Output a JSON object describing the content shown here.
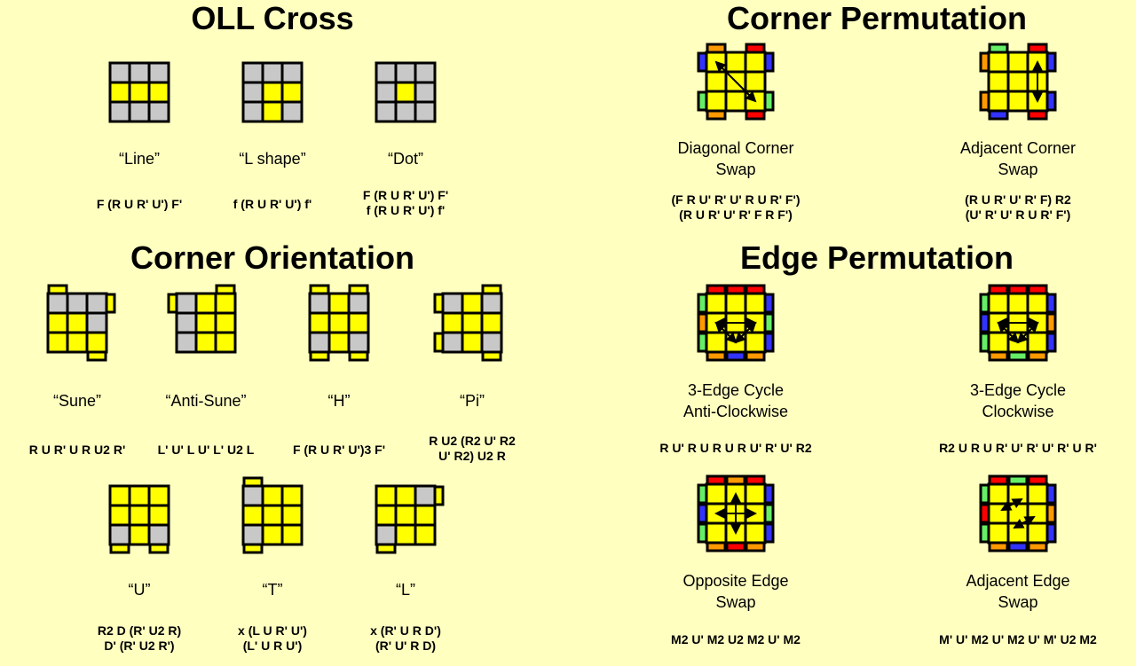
{
  "colors": {
    "background": "#ffffc0",
    "yellow": "#ffff00",
    "gray": "#c8c8c8",
    "red": "#ff0000",
    "orange": "#ff9900",
    "green": "#66ee66",
    "blue": "#3333ff",
    "border": "#000000"
  },
  "sections": {
    "oll_cross": "OLL Cross",
    "corner_orientation": "Corner Orientation",
    "corner_permutation": "Corner Permutation",
    "edge_permutation": "Edge Permutation"
  },
  "oll_cross": [
    {
      "name": "“Line”",
      "alg": [
        "F (R U R' U') F'"
      ],
      "grid": "ggg,yyy,ggg",
      "side": {}
    },
    {
      "name": "“L shape”",
      "alg": [
        "f (R U R' U') f'"
      ],
      "grid": "ggg,gyy,gyg",
      "side": {}
    },
    {
      "name": "“Dot”",
      "alg": [
        "F (R U R' U') F'",
        "f (R U R' U') f'"
      ],
      "grid": "ggg,gyg,ggg",
      "side": {}
    }
  ],
  "corner_orientation": [
    {
      "name": "“Sune”",
      "alg": [
        "R U R' U R U2 R'"
      ],
      "grid": "ggg,yyg,yyy",
      "side": {
        "top": "y..",
        "right": "y..",
        "bottom": "..y"
      }
    },
    {
      "name": "“Anti-Sune”",
      "alg": [
        "L' U' L U' L' U2 L"
      ],
      "grid": "gyy,gyy,gyy",
      "side": {
        "top": "..y",
        "left": "y.."
      }
    },
    {
      "name": "“H”",
      "alg": [
        "F (R U R' U')3 F'"
      ],
      "grid": "gyg,yyy,gyg",
      "side": {
        "top": "y.y",
        "bottom": "y.y"
      }
    },
    {
      "name": "“Pi”",
      "alg": [
        "R U2 (R2 U' R2",
        "U' R2) U2 R"
      ],
      "grid": "gyg,yyy,gyg",
      "side": {
        "top": "..y",
        "bottom": "..y",
        "left": "y.y"
      }
    },
    {
      "name": "“U”",
      "alg": [
        "R2 D (R' U2 R)",
        "D' (R' U2 R')"
      ],
      "grid": "yyy,yyy,gyg",
      "side": {
        "bottom": "y.y"
      }
    },
    {
      "name": "“T”",
      "alg": [
        "x (L U R' U')",
        "(L' U R U')"
      ],
      "grid": "gyy,yyy,gyy",
      "side": {
        "top": "y..",
        "bottom": "y.."
      }
    },
    {
      "name": "“L”",
      "alg": [
        "x (R' U R D')",
        "(R' U' R D)"
      ],
      "grid": "yyg,yyy,gyy",
      "side": {
        "right": "y..",
        "bottom": "y.."
      }
    }
  ],
  "corner_permutation": [
    {
      "name": [
        "Diagonal Corner",
        "Swap"
      ],
      "alg": [
        "(F R U' R' U' R U R' F')",
        "(R U R' U' R' F R F')"
      ],
      "side": {
        "top": "o.r",
        "right": "b.g",
        "bottom": "o.r",
        "left": "b.g"
      },
      "arrows": "diag"
    },
    {
      "name": [
        "Adjacent Corner",
        "Swap"
      ],
      "alg": [
        "(R U R' U' R' F) R2",
        "(U' R' U' R U R' F')"
      ],
      "side": {
        "top": "g.r",
        "right": "b.b",
        "bottom": "b.r",
        "left": "o.o"
      },
      "arrows": "vert"
    }
  ],
  "edge_permutation": [
    {
      "name": [
        "3-Edge Cycle",
        "Anti-Clockwise"
      ],
      "alg": [
        "R U' R U R U R U' R' U' R2"
      ],
      "side": {
        "top": "rrr",
        "right": "bgb",
        "bottom": "obo",
        "left": "gog"
      },
      "arrows": "cycle"
    },
    {
      "name": [
        "3-Edge Cycle",
        "Clockwise"
      ],
      "alg": [
        "R2 U R U R' U' R' U' R' U R'"
      ],
      "side": {
        "top": "rrr",
        "right": "bob",
        "bottom": "ogo",
        "left": "gbg"
      },
      "arrows": "cycle"
    },
    {
      "name": [
        "Opposite Edge",
        "Swap"
      ],
      "alg": [
        "M2 U' M2 U2 M2 U' M2"
      ],
      "side": {
        "top": "ror",
        "right": "bgb",
        "bottom": "oro",
        "left": "gbg"
      },
      "arrows": "cross"
    },
    {
      "name": [
        "Adjacent Edge",
        "Swap"
      ],
      "alg": [
        "M' U' M2 U' M2 U' M' U2 M2"
      ],
      "side": {
        "top": "rgr",
        "right": "bob",
        "bottom": "obo",
        "left": "grg"
      },
      "arrows": "adj"
    }
  ]
}
